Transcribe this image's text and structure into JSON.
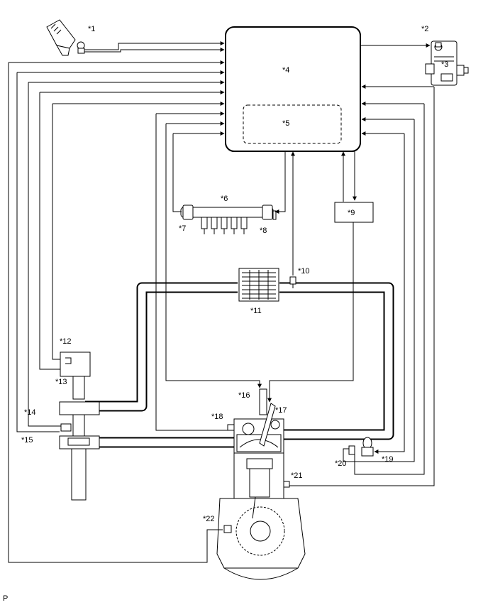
{
  "labels": {
    "l1": "*1",
    "l2": "*2",
    "l3": "*3",
    "l4": "*4",
    "l5": "*5",
    "l6": "*6",
    "l7": "*7",
    "l8": "*8",
    "l9": "*9",
    "l10": "*10",
    "l11": "*11",
    "l12": "*12",
    "l13": "*13",
    "l14": "*14",
    "l15": "*15",
    "l16": "*16",
    "l17": "*17",
    "l18": "*18",
    "l19": "*19",
    "l20": "*20",
    "l21": "*21",
    "l22": "*22"
  },
  "footer_code": "P",
  "colors": {
    "line": "#000000",
    "background": "#ffffff",
    "shade": "#666666"
  }
}
